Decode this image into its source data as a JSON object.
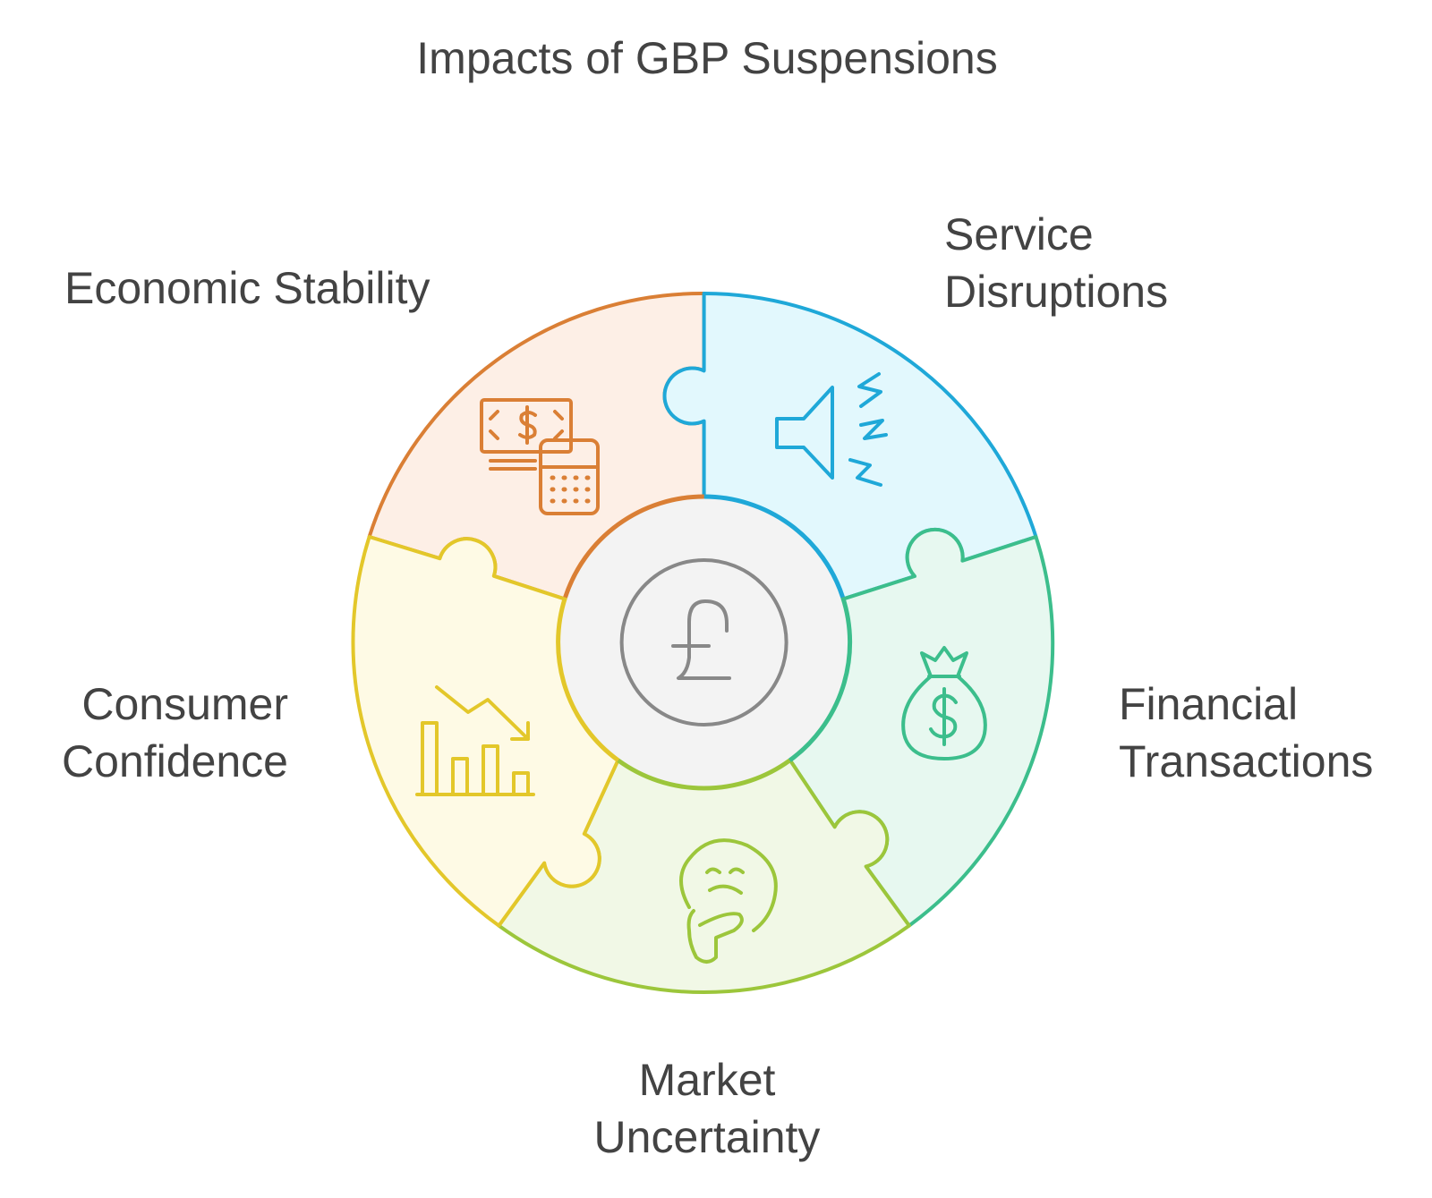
{
  "title": "Impacts of GBP Suspensions",
  "center": {
    "icon": "pound-sign-icon"
  },
  "segments": [
    {
      "id": "economic",
      "lines": [
        "Economic Stability"
      ],
      "icon": "money-calculator-icon",
      "stroke": "#DA7F35",
      "fill": "#FDEFE6"
    },
    {
      "id": "service",
      "lines": [
        "Service",
        "Disruptions"
      ],
      "icon": "speaker-disruption-icon",
      "stroke": "#1FA8D8",
      "fill": "#E2F8FD"
    },
    {
      "id": "financial",
      "lines": [
        "Financial",
        "Transactions"
      ],
      "icon": "money-bag-icon",
      "stroke": "#3CBE8C",
      "fill": "#E7F8F0"
    },
    {
      "id": "market",
      "lines": [
        "Market",
        "Uncertainty"
      ],
      "icon": "thinking-face-icon",
      "stroke": "#9CC63B",
      "fill": "#F1F8E6"
    },
    {
      "id": "consumer",
      "lines": [
        "Consumer",
        "Confidence"
      ],
      "icon": "declining-chart-icon",
      "stroke": "#E3C72A",
      "fill": "#FEFAE5"
    }
  ],
  "colors": {
    "text": "#434343",
    "center_fill": "#F3F3F3",
    "center_stroke": "#888888"
  }
}
